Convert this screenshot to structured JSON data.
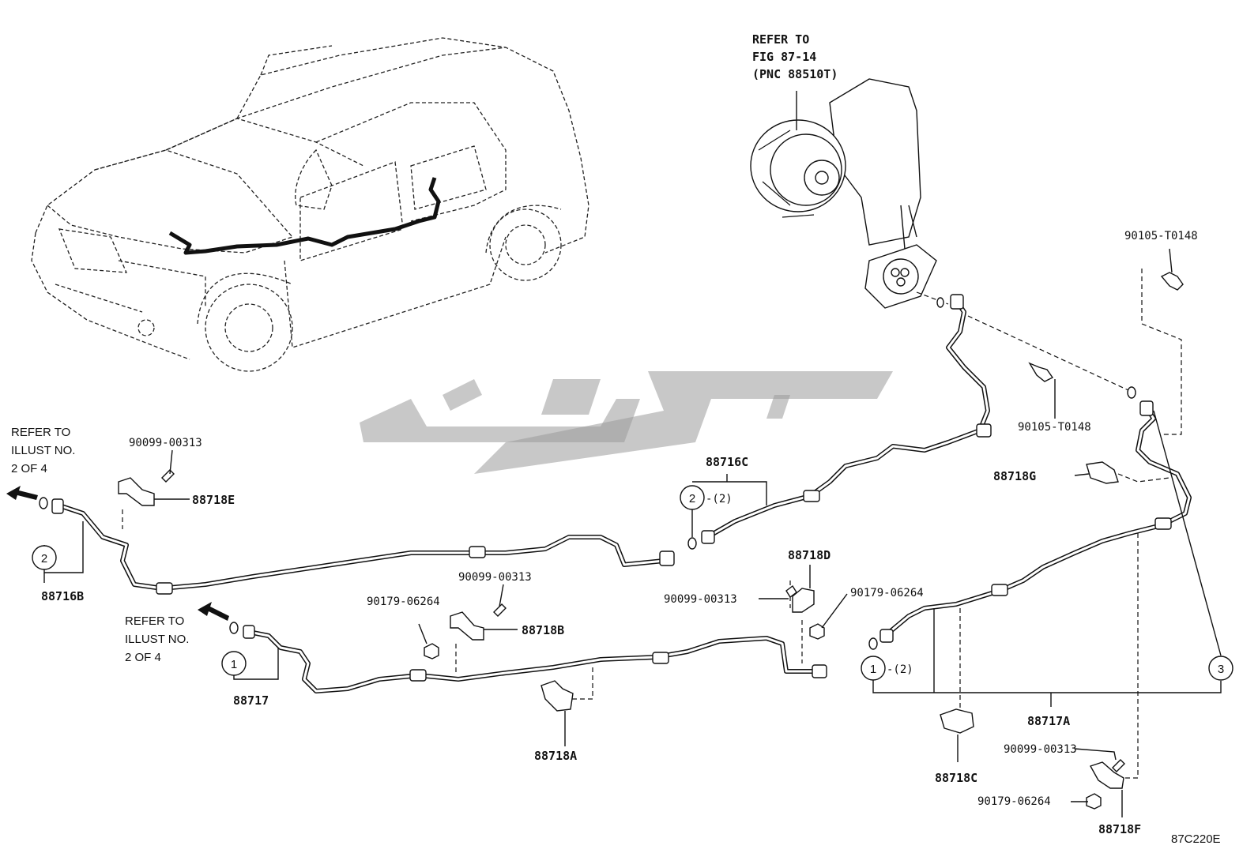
{
  "diagram": {
    "code": "87C220E",
    "refer_blower": [
      "REFER TO",
      "FIG 87-14",
      "(PNC 88510T)"
    ],
    "refer_left_1": [
      "REFER TO",
      "ILLUST NO.",
      "2 OF 4"
    ],
    "refer_left_2": [
      "REFER TO",
      "ILLUST NO.",
      "2 OF 4"
    ],
    "parts": {
      "p88716B": "88716B",
      "p88716C": "88716C",
      "p88717": "88717",
      "p88717A": "88717A",
      "p88718A": "88718A",
      "p88718B": "88718B",
      "p88718C": "88718C",
      "p88718D": "88718D",
      "p88718E": "88718E",
      "p88718F": "88718F",
      "p88718G": "88718G",
      "b90099_1": "90099-00313",
      "b90099_2": "90099-00313",
      "b90099_3": "90099-00313",
      "b90099_4": "90099-00313",
      "n90179_1": "90179-06264",
      "n90179_2": "90179-06264",
      "n90179_3": "90179-06264",
      "b90105_1": "90105-T0148",
      "b90105_2": "90105-T0148"
    },
    "callouts": {
      "c1a": "1",
      "c1b": "1",
      "c2a": "2",
      "c2b": "2",
      "c3": "3",
      "qty_1": "-(2)",
      "qty_2": "-(2)"
    }
  }
}
